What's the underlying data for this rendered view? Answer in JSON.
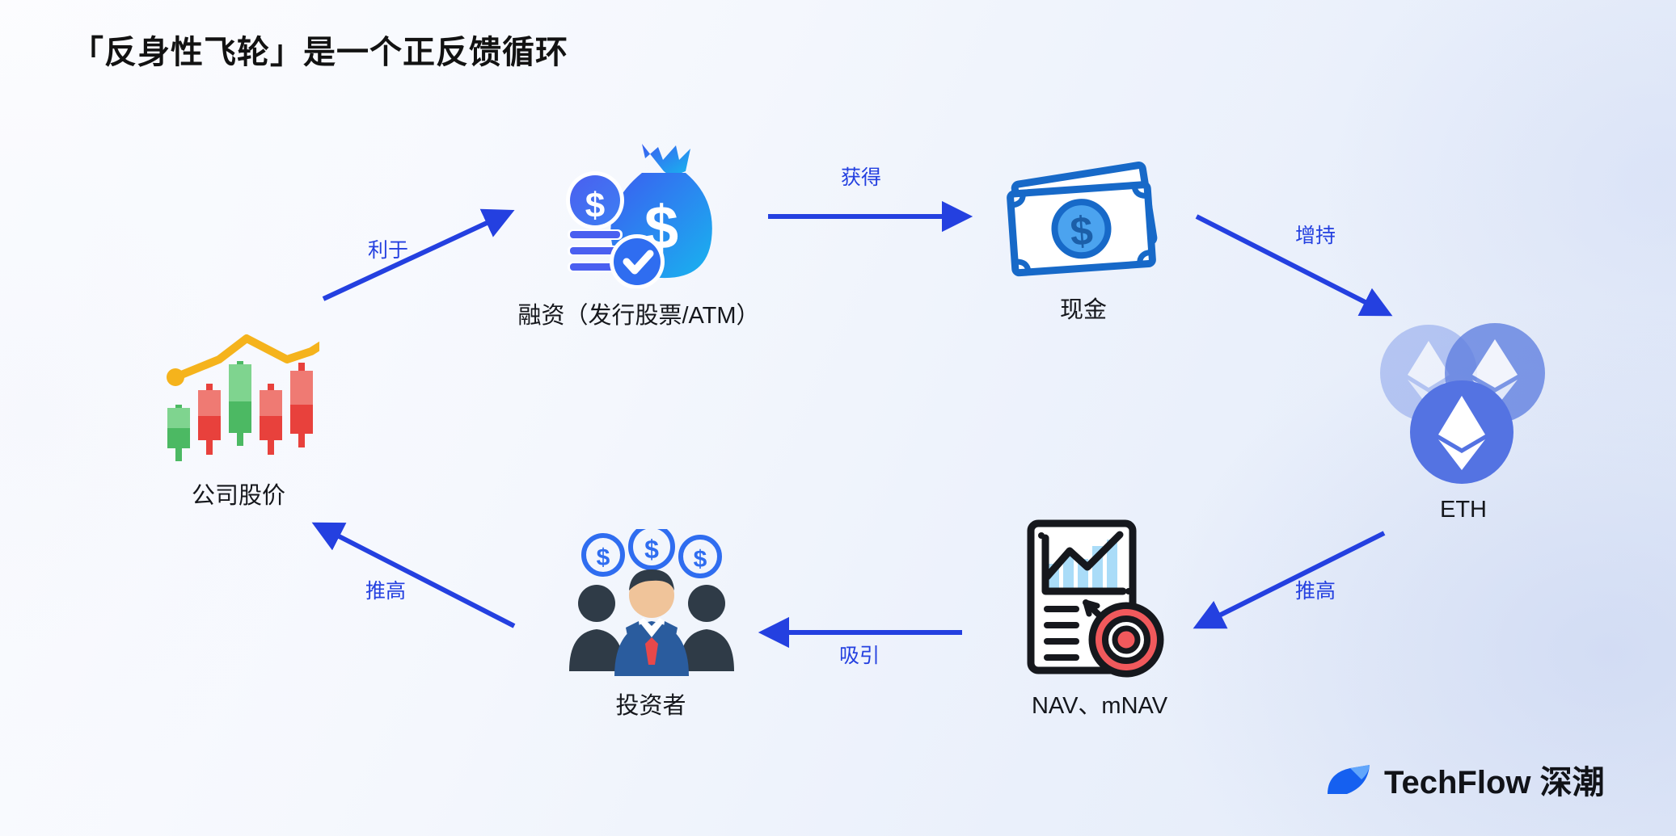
{
  "title": "「反身性飞轮」是一个正反馈循环",
  "diagram": {
    "type": "cycle-flowchart",
    "accent_color": "#2440e0",
    "nodes": [
      {
        "id": "stock",
        "label": "公司股价",
        "icon": "candlestick-chart-icon"
      },
      {
        "id": "funding",
        "label": "融资（发行股票/ATM）",
        "icon": "money-bag-icon"
      },
      {
        "id": "cash",
        "label": "现金",
        "icon": "banknotes-icon"
      },
      {
        "id": "eth",
        "label": "ETH",
        "icon": "ethereum-coins-icon"
      },
      {
        "id": "nav",
        "label": "NAV、mNAV",
        "icon": "report-chart-target-icon"
      },
      {
        "id": "investor",
        "label": "投资者",
        "icon": "investors-group-icon"
      }
    ],
    "edges": [
      {
        "from": "stock",
        "to": "funding",
        "label": "利于"
      },
      {
        "from": "funding",
        "to": "cash",
        "label": "获得"
      },
      {
        "from": "cash",
        "to": "eth",
        "label": "增持"
      },
      {
        "from": "eth",
        "to": "nav",
        "label": "推高"
      },
      {
        "from": "nav",
        "to": "investor",
        "label": "吸引"
      },
      {
        "from": "investor",
        "to": "stock",
        "label": "推高"
      }
    ]
  },
  "logo": {
    "text": "TechFlow 深潮",
    "mark_color": "#1a62f0"
  }
}
